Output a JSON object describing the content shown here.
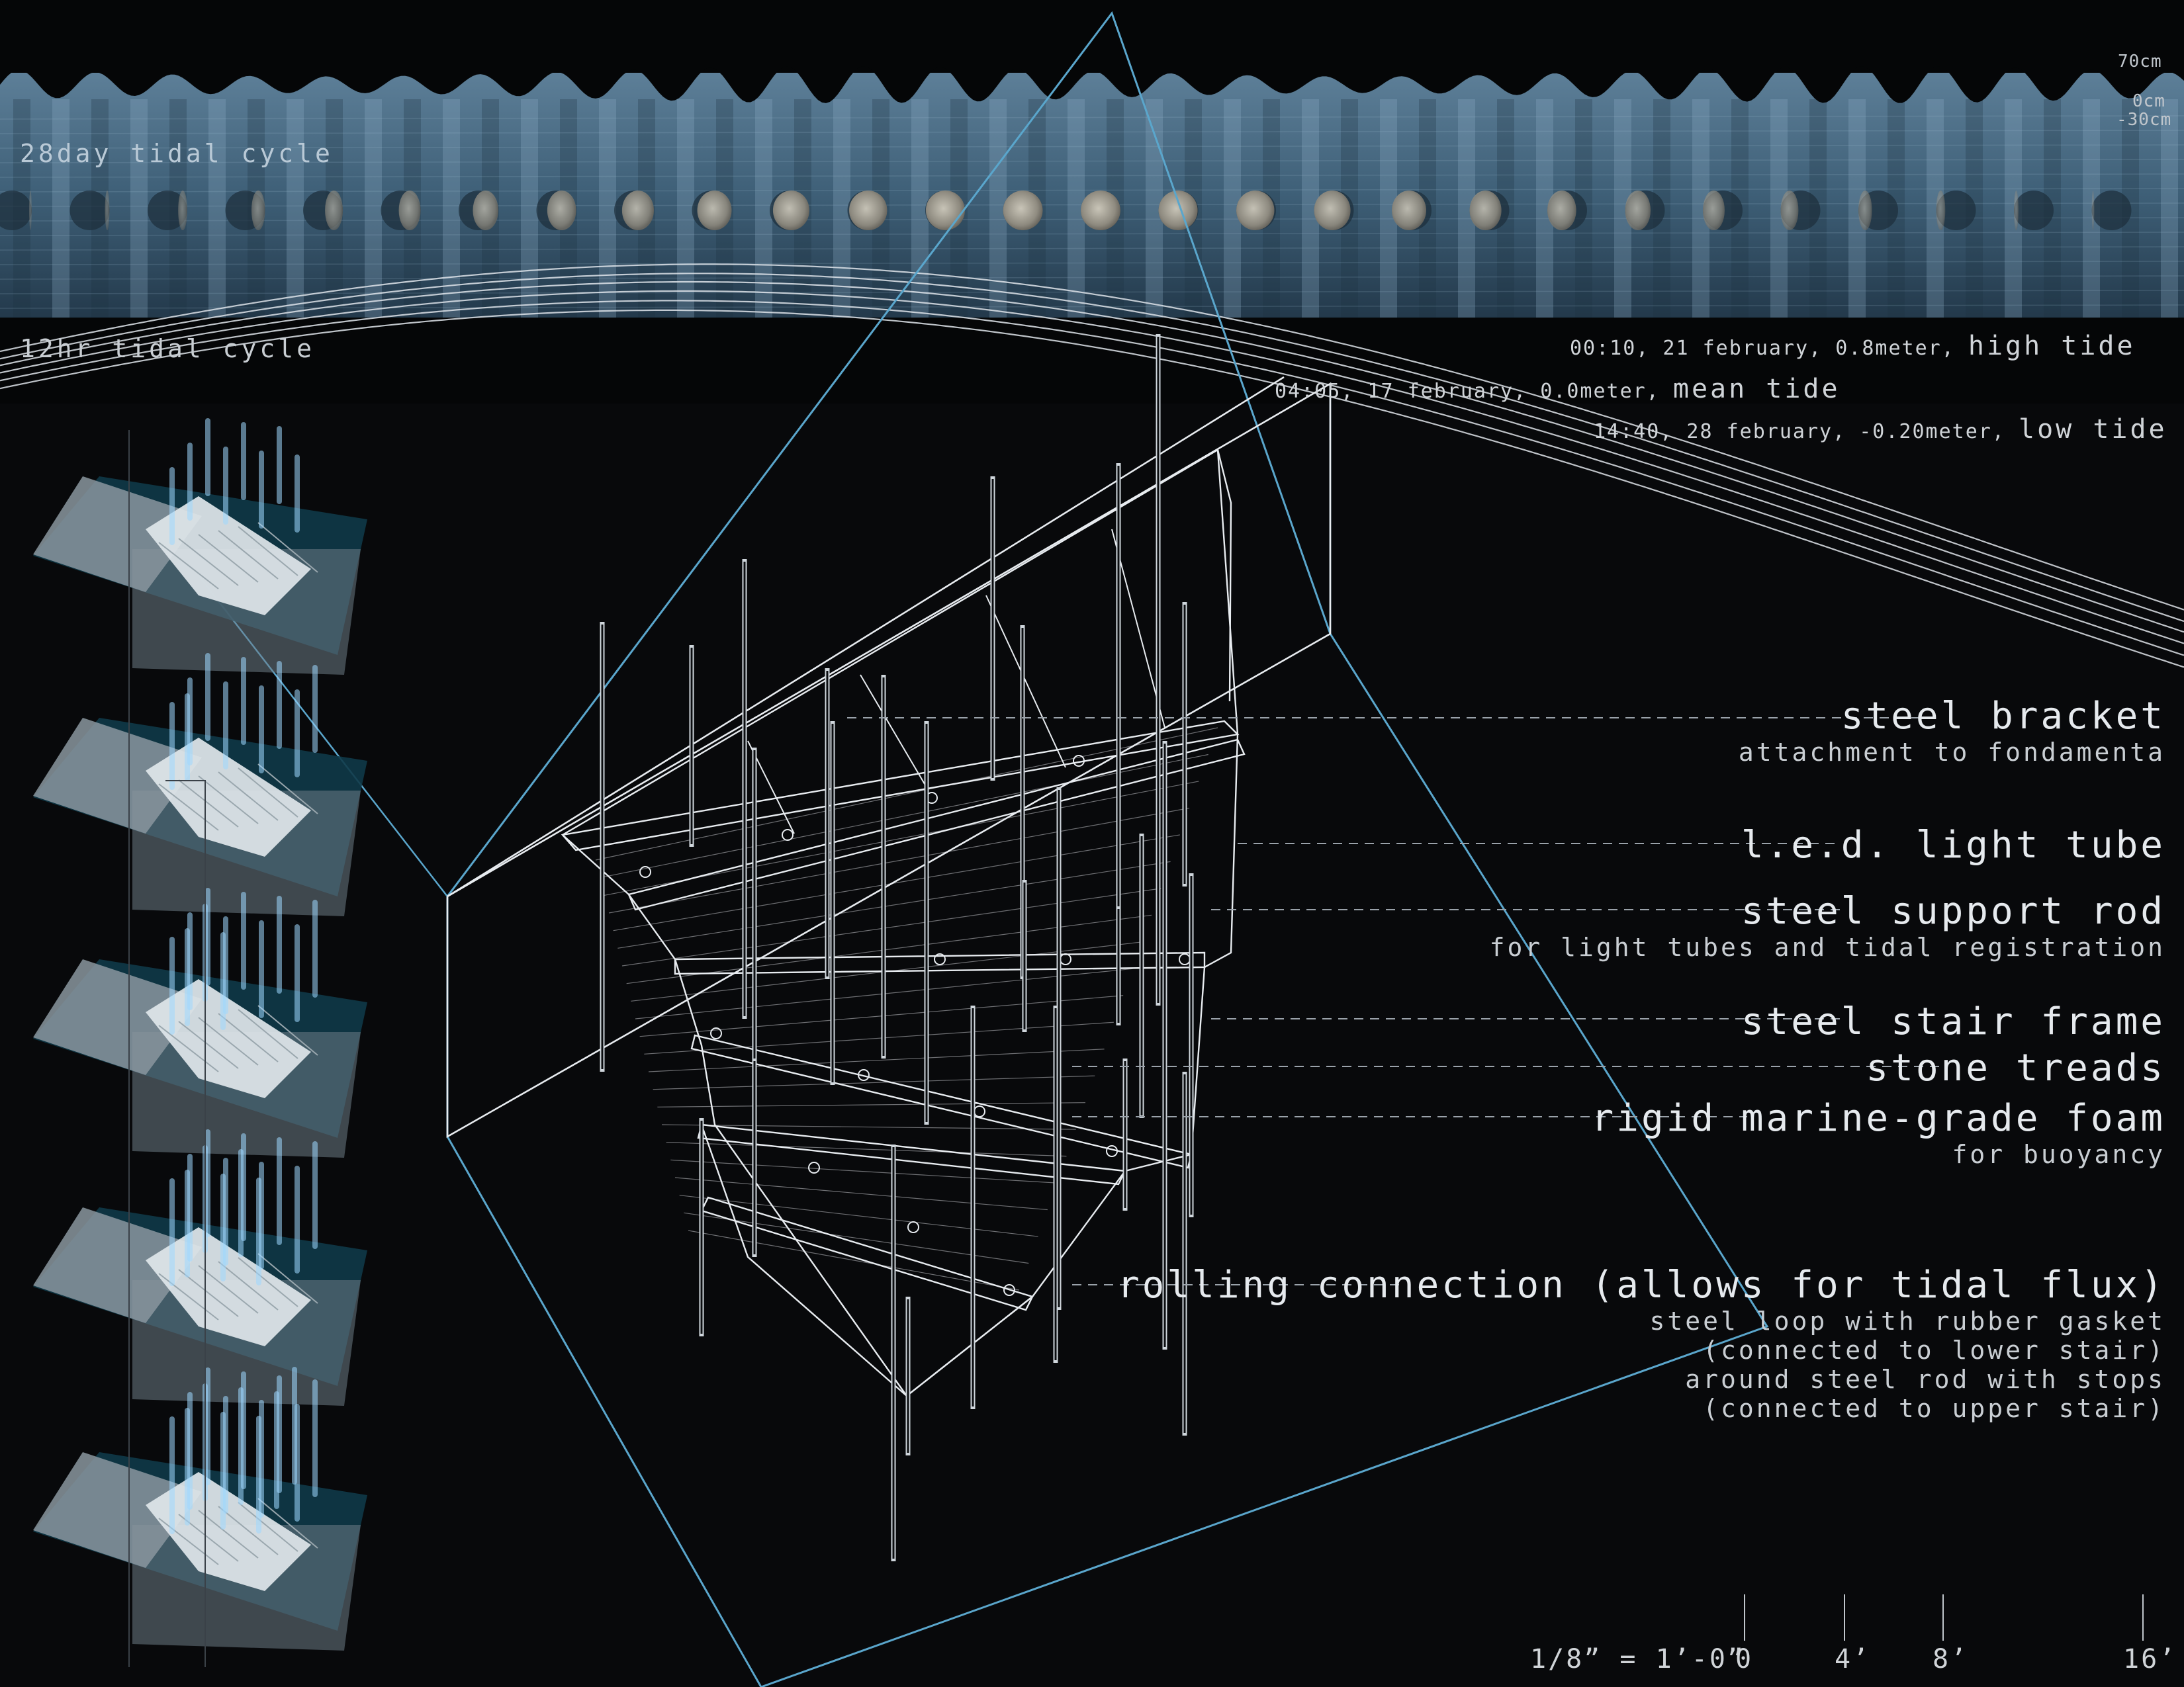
{
  "tidal_banner": {
    "cycle_28day": "28day tidal cycle",
    "cycle_12hr": "12hr tidal cycle",
    "axis_top": "70cm",
    "axis_mid": "0cm",
    "axis_low": "-30cm"
  },
  "tide_readings": [
    {
      "detail": "00:10, 21 february, 0.8meter,",
      "label": "high tide"
    },
    {
      "detail": "04:05, 17 february, 0.0meter,",
      "label": "mean tide"
    },
    {
      "detail": "14:40, 28 february, -0.20meter,",
      "label": "low tide"
    }
  ],
  "callouts": [
    {
      "title": "steel bracket",
      "sub": [
        "attachment to fondamenta"
      ]
    },
    {
      "title": "l.e.d. light tube",
      "sub": []
    },
    {
      "title": "steel support rod",
      "sub": [
        "for light tubes and tidal registration"
      ]
    },
    {
      "title": "steel stair frame",
      "sub": []
    },
    {
      "title": "stone treads",
      "sub": []
    },
    {
      "title": "rigid marine-grade foam",
      "sub": [
        "for buoyancy"
      ]
    },
    {
      "title": "rolling connection (allows for tidal flux)",
      "sub": [
        "steel loop with rubber gasket",
        "(connected to lower stair)",
        "around steel rod with stops",
        "(connected to upper stair)"
      ]
    }
  ],
  "scale_bar": {
    "ratio": "1/8” = 1’-0”",
    "ticks": [
      "0",
      "4’",
      "8’",
      "16’"
    ]
  },
  "colors": {
    "background": "#08090b",
    "accent_blue": "#5aa6cc",
    "line_white": "#e8ecf0",
    "water": "#3b5a70"
  }
}
